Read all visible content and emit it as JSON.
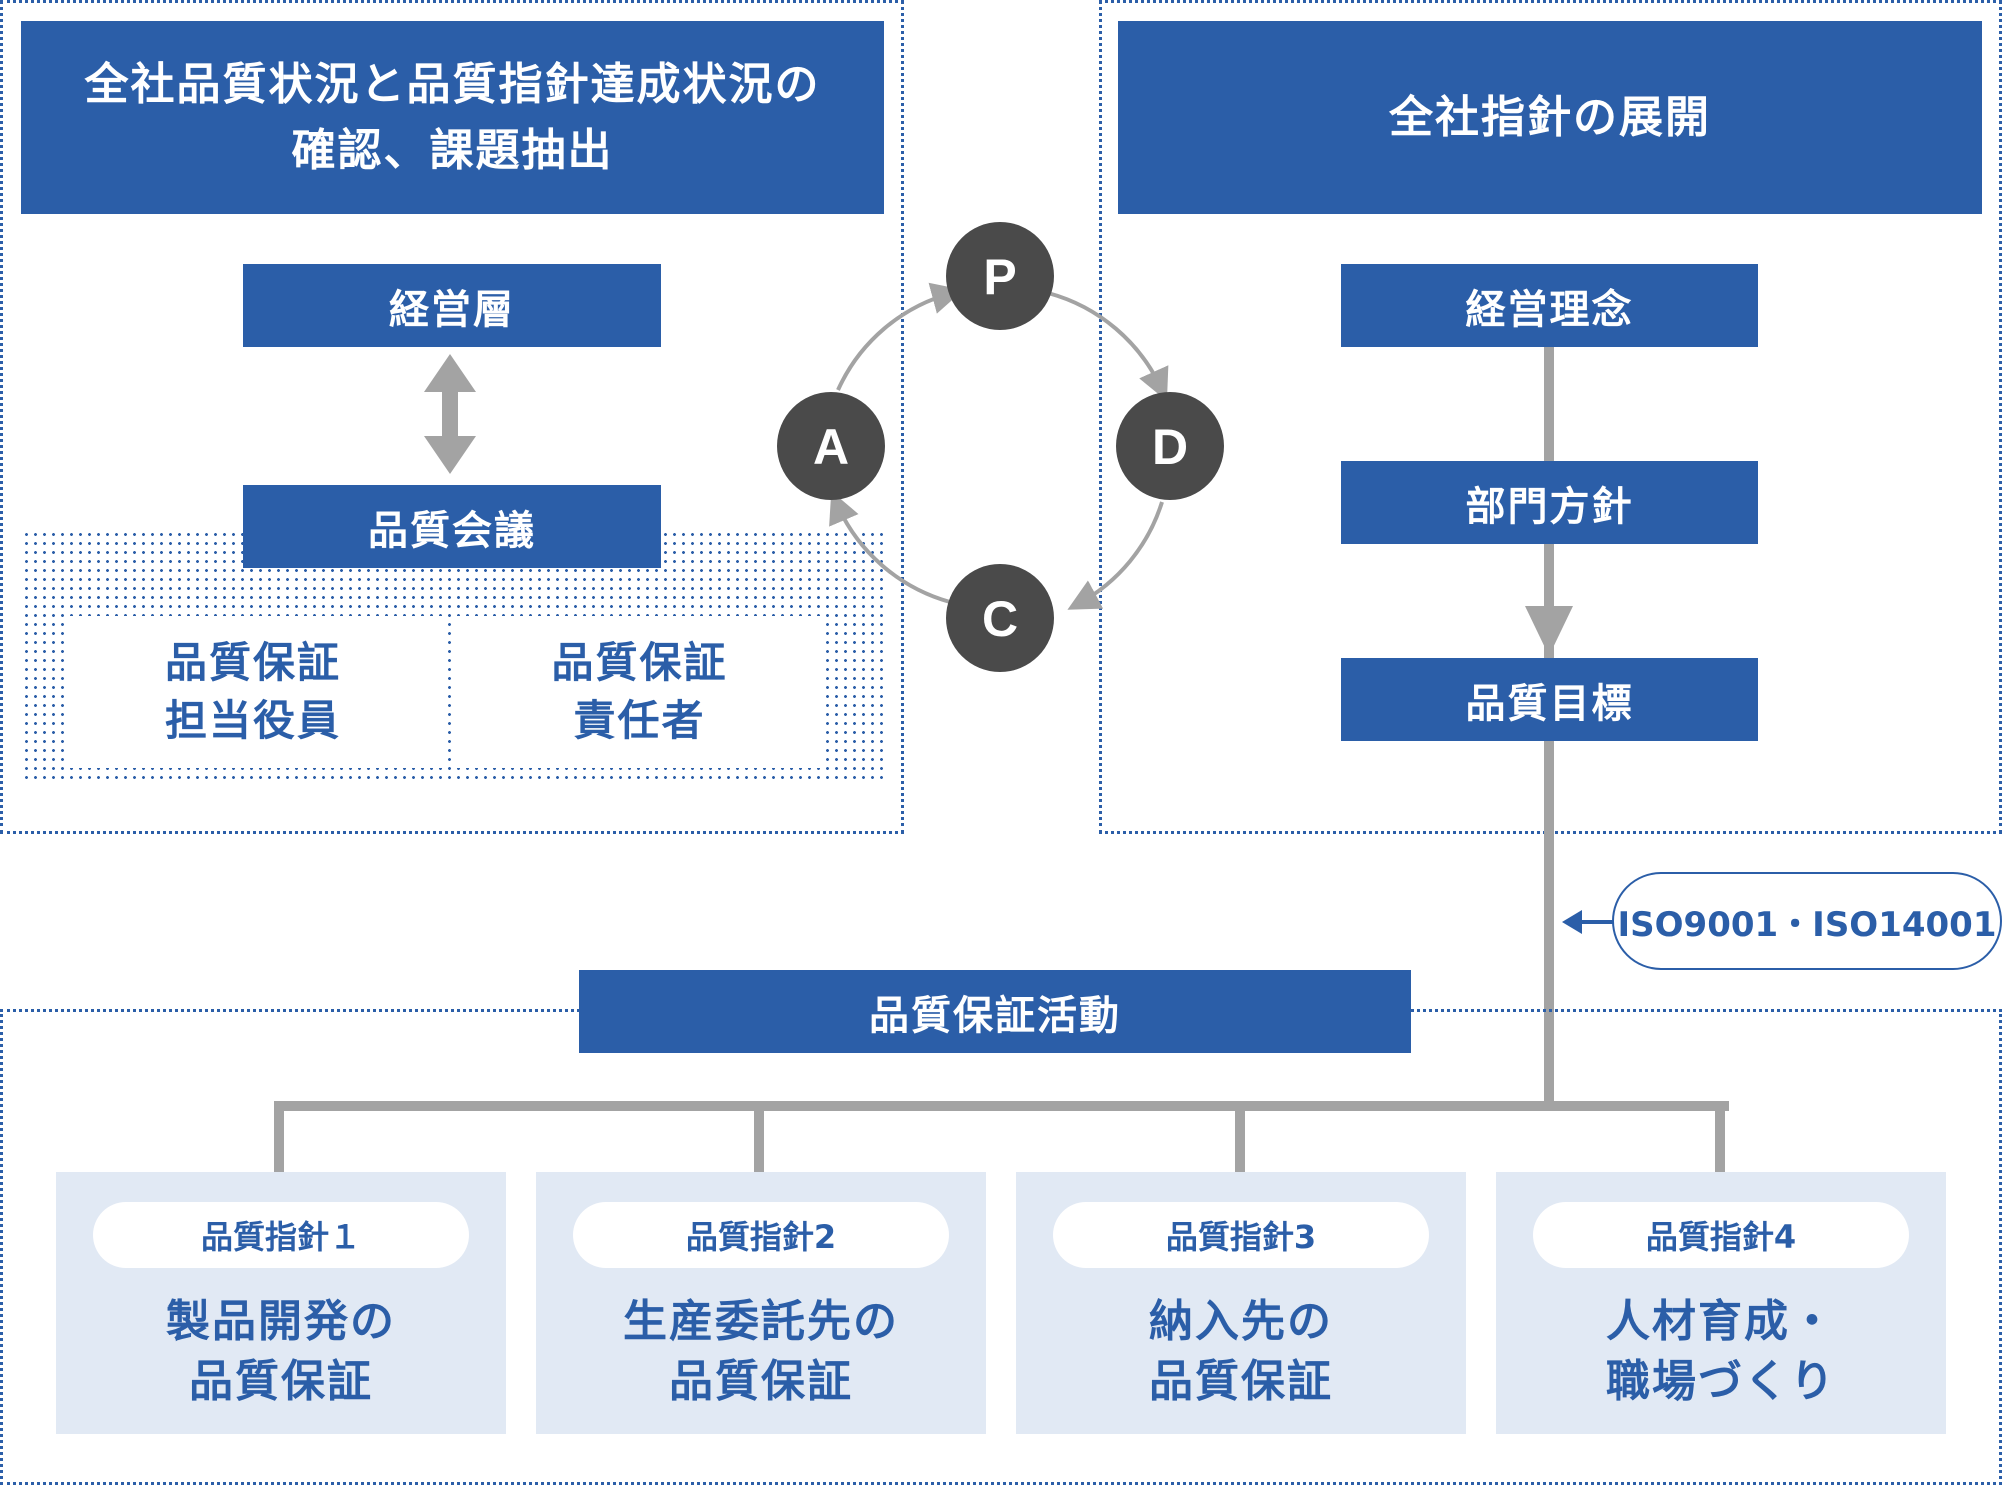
{
  "left_panel": {
    "title_lines": [
      "全社品質状況と品質指針達成状況の",
      "確認、課題抽出"
    ],
    "management": "経営層",
    "meeting": "品質会議",
    "members": [
      {
        "lines": [
          "品質保証",
          "担当役員"
        ]
      },
      {
        "lines": [
          "品質保証",
          "責任者"
        ]
      }
    ]
  },
  "pdca": {
    "nodes": [
      "P",
      "D",
      "C",
      "A"
    ]
  },
  "right_panel": {
    "title": "全社指針の展開",
    "steps": [
      "経営理念",
      "部門方針",
      "品質目標"
    ]
  },
  "iso_label": "ISO9001・ISO14001",
  "activities": {
    "title": "品質保証活動",
    "policies": [
      {
        "label": "品質指針１",
        "lines": [
          "製品開発の",
          "品質保証"
        ]
      },
      {
        "label": "品質指針2",
        "lines": [
          "生産委託先の",
          "品質保証"
        ]
      },
      {
        "label": "品質指針3",
        "lines": [
          "納入先の",
          "品質保証"
        ]
      },
      {
        "label": "品質指針4",
        "lines": [
          "人材育成・",
          "職場づくり"
        ]
      }
    ]
  },
  "colors": {
    "brand_blue": "#2b5ea8",
    "connector_gray": "#a3a3a3",
    "circle_dark": "#4a4a4a",
    "policy_bg": "#e1e9f4"
  }
}
